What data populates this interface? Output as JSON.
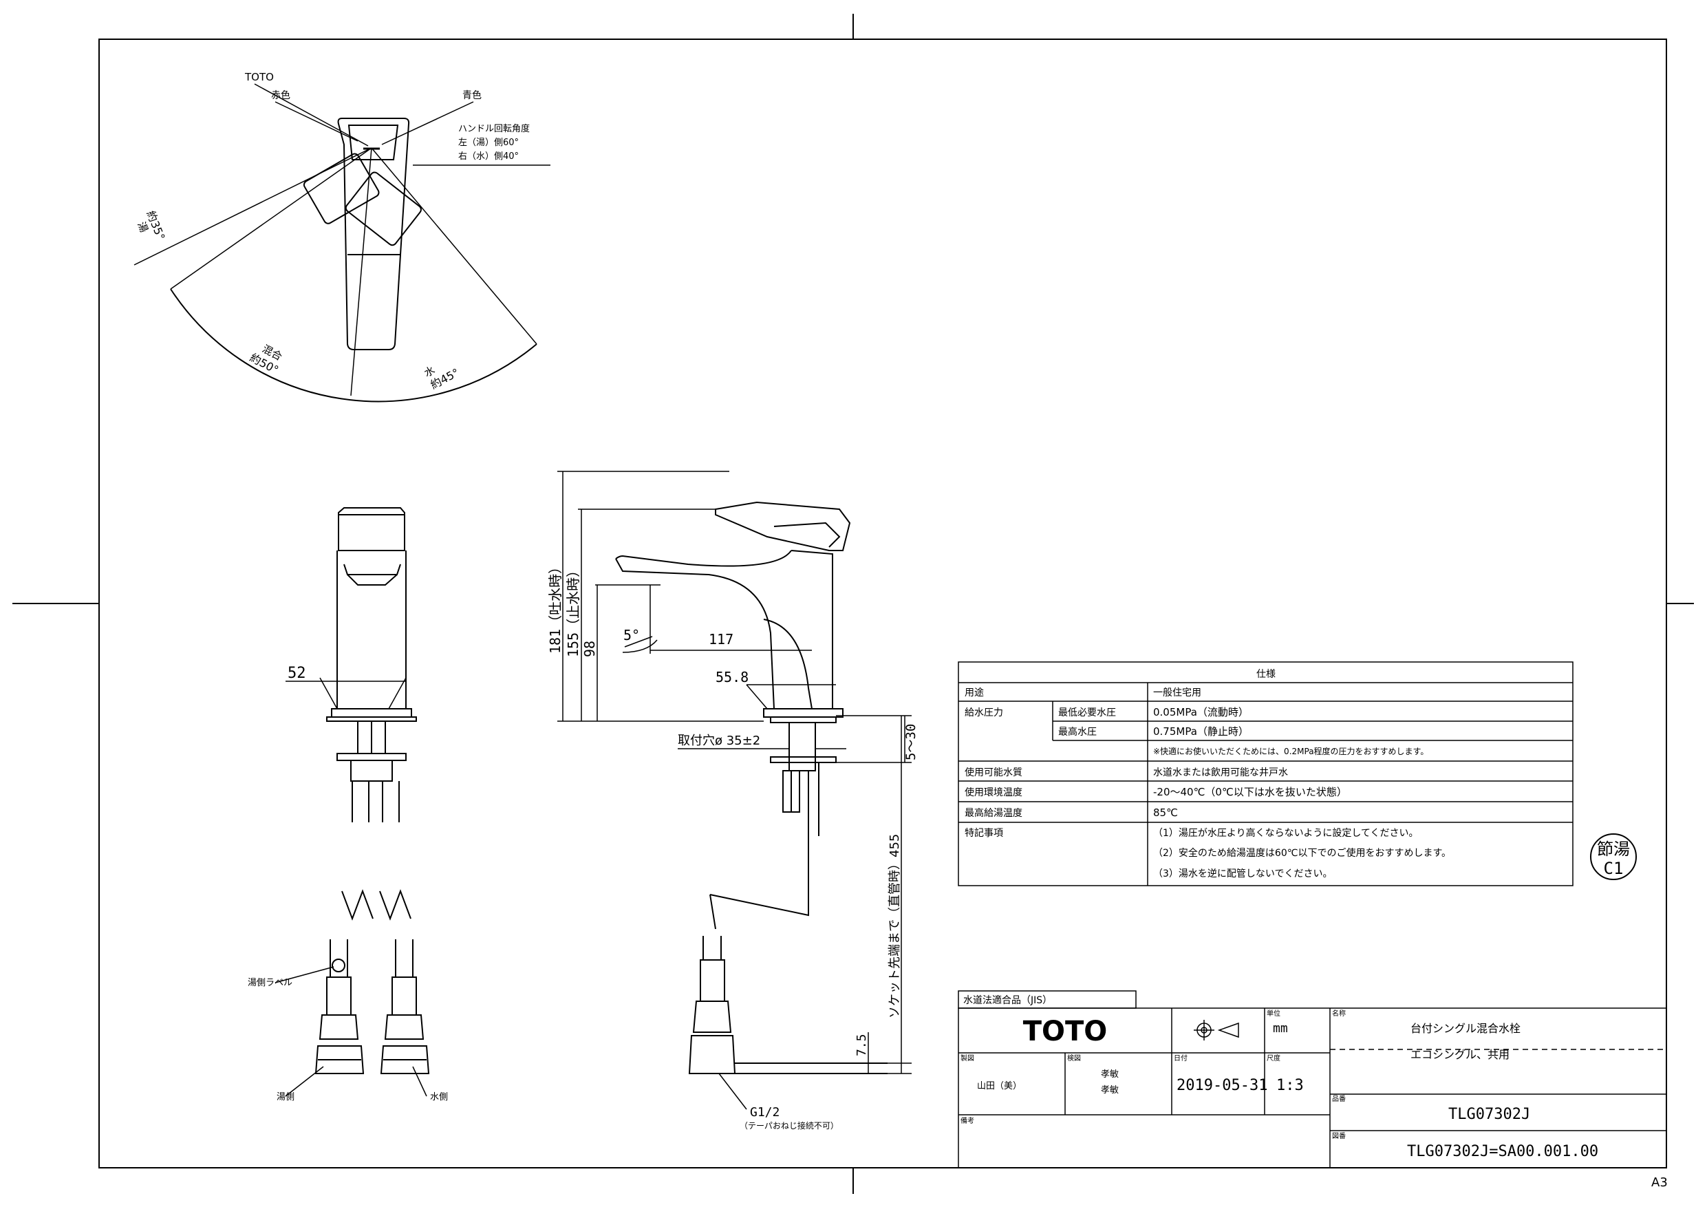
{
  "sheet_size": "A3",
  "top_view": {
    "brand": "TOTO",
    "red_label": "赤色",
    "blue_label": "青色",
    "handle_angle_title": "ハンドル回転角度",
    "handle_angle_left": "左（湯）側60°",
    "handle_angle_right": "右（水）側40°",
    "angle_hot_label": "湯",
    "angle_hot_value": "約35°",
    "angle_mix_label": "混合",
    "angle_mix_value": "約50°",
    "angle_cold_label": "水",
    "angle_cold_value": "約45°"
  },
  "front_view": {
    "dim_width": "52",
    "hot_label": "湯側ラベル",
    "hot_side": "湯側",
    "cold_side": "水側"
  },
  "side_view": {
    "dim_total_height": "181（吐水時）",
    "dim_closed_height": "155（止水時）",
    "dim_spout_height": "98",
    "dim_angle": "5°",
    "dim_reach": "117",
    "dim_base": "55.8",
    "dim_mount_hole": "取付穴ø 35±2",
    "dim_counter_thickness": "5～30",
    "dim_socket_length": "ソケット先端まで（直管時）455",
    "dim_bottom": "7.5",
    "thread": "G1/2",
    "thread_note": "（テーパおねじ接続不可）"
  },
  "spec_table": {
    "title": "仕様",
    "rows": [
      {
        "label": "用途",
        "sub": "",
        "value": "一般住宅用"
      },
      {
        "label": "給水圧力",
        "sub": "最低必要水圧",
        "value": "0.05MPa（流動時）"
      },
      {
        "label": "",
        "sub": "最高水圧",
        "value": "0.75MPa（静止時）"
      },
      {
        "label": "",
        "sub": "",
        "value": "※快適にお使いいただくためには、0.2MPa程度の圧力をおすすめします。"
      },
      {
        "label": "使用可能水質",
        "sub": "",
        "value": "水道水または飲用可能な井戸水"
      },
      {
        "label": "使用環境温度",
        "sub": "",
        "value": "-20～40℃（0℃以下は水を抜いた状態）"
      },
      {
        "label": "最高給湯温度",
        "sub": "",
        "value": "85℃"
      },
      {
        "label": "特記事項",
        "sub": "",
        "value": "（1）湯圧が水圧より高くならないように設定してください。"
      },
      {
        "label": "",
        "sub": "",
        "value": "（2）安全のため給湯温度は60℃以下でのご使用をおすすめします。"
      },
      {
        "label": "",
        "sub": "",
        "value": "（3）湯水を逆に配管しないでください。"
      }
    ]
  },
  "badge": {
    "line1": "節湯",
    "line2": "C1"
  },
  "title_block": {
    "compliance": "水道法適合品（JIS）",
    "brand": "TOTO",
    "unit_label": "単位",
    "unit": "mm",
    "name_label": "名称",
    "name": "台付シングル混合水栓",
    "name_sub": "エコシングル、共用",
    "designer_label": "製図",
    "designer": "山田（美）",
    "checker_label": "検図",
    "checker1": "孝敏",
    "checker2": "孝敏",
    "date_label": "日付",
    "date": "2019-05-31",
    "scale_label": "尺度",
    "scale": "1:3",
    "product_label": "品番",
    "product": "TLG07302J",
    "drawing_label": "図番",
    "drawing": "TLG07302J=SA00.001.00",
    "remark_label": "備考"
  }
}
